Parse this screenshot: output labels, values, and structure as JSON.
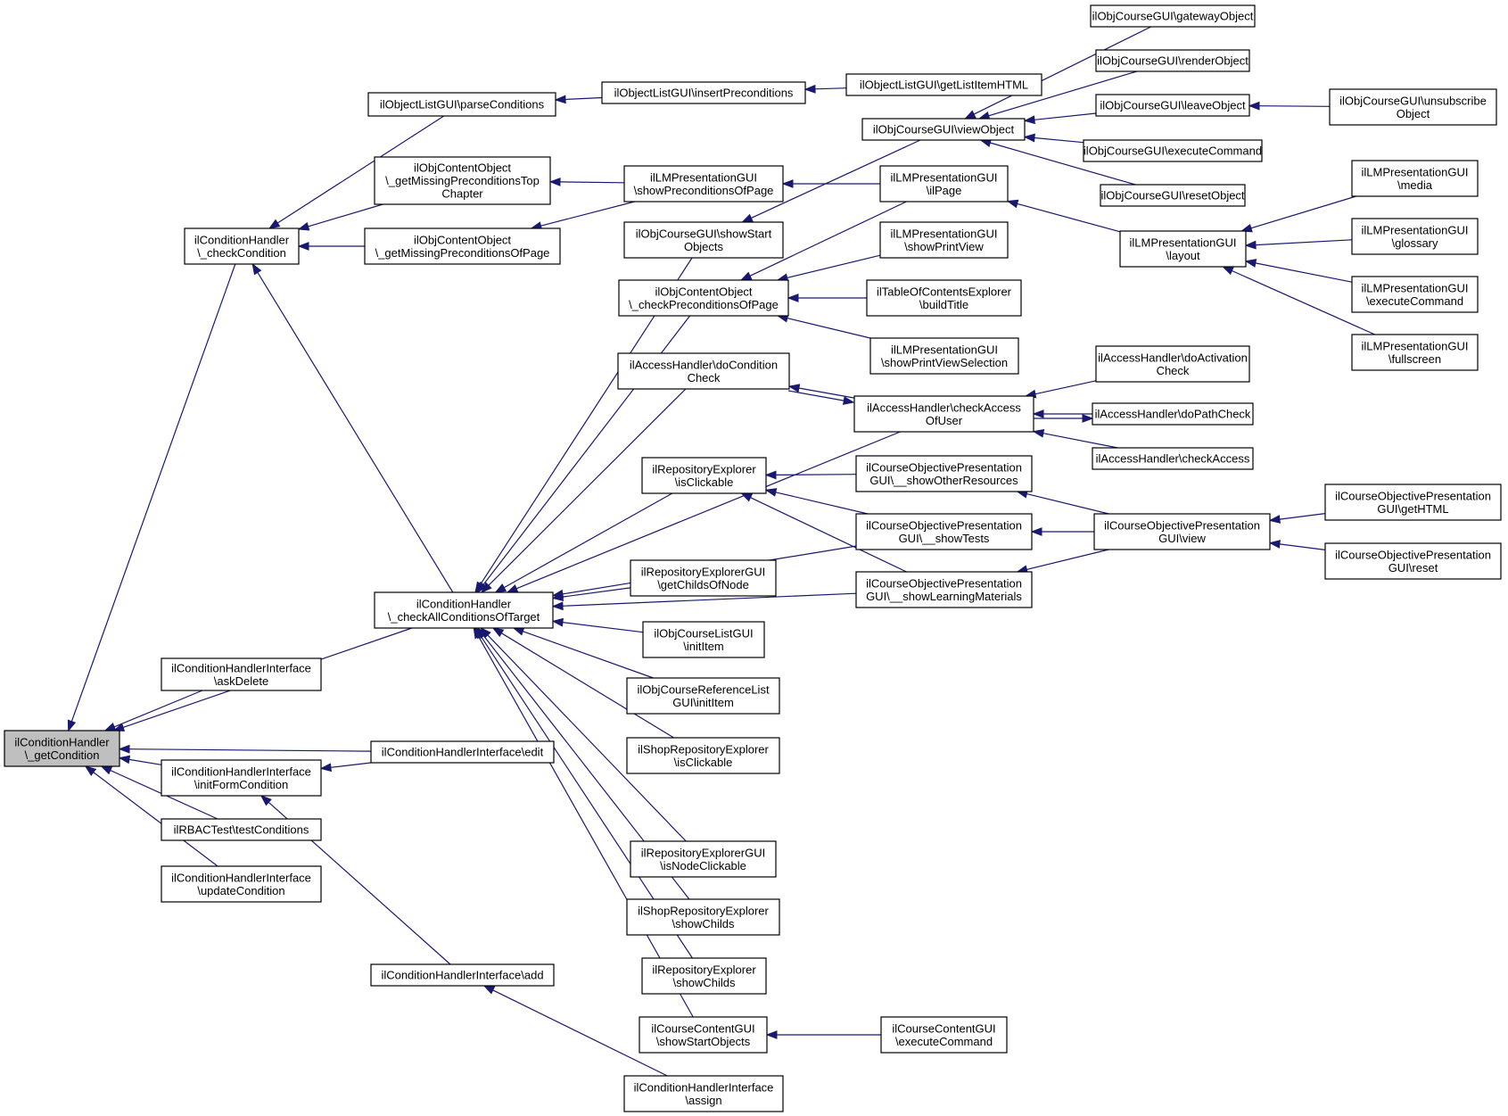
{
  "nodes": {
    "getCondition": [
      "ilConditionHandler",
      "\\_getCondition"
    ],
    "checkCondition": [
      "ilConditionHandler",
      "\\_checkCondition"
    ],
    "chkAllCond": [
      "ilConditionHandler",
      "\\_checkAllConditionsOfTarget"
    ],
    "askDelete": [
      "ilConditionHandlerInterface",
      "\\askDelete"
    ],
    "edit": [
      "ilConditionHandlerInterface\\edit"
    ],
    "initFormCondition": [
      "ilConditionHandlerInterface",
      "\\initFormCondition"
    ],
    "rbacTest": [
      "ilRBACTest\\testConditions"
    ],
    "updateCondition": [
      "ilConditionHandlerInterface",
      "\\updateCondition"
    ],
    "add": [
      "ilConditionHandlerInterface\\add"
    ],
    "assign": [
      "ilConditionHandlerInterface",
      "\\assign"
    ],
    "parseConditions": [
      "ilObjectListGUI\\parseConditions"
    ],
    "missTopChapter": [
      "ilObjContentObject",
      "\\_getMissingPreconditionsTop",
      "Chapter"
    ],
    "missOfPage": [
      "ilObjContentObject",
      "\\_getMissingPreconditionsOfPage"
    ],
    "insertPrecond": [
      "ilObjectListGUI\\insertPreconditions"
    ],
    "getListItemHTML": [
      "ilObjectListGUI\\getListItemHTML"
    ],
    "showPrecondOfPage": [
      "ilLMPresentationGUI",
      "\\showPreconditionsOfPage"
    ],
    "showStartObjects": [
      "ilObjCourseGUI\\showStart",
      "Objects"
    ],
    "checkPrecondOfPage": [
      "ilObjContentObject",
      "\\_checkPreconditionsOfPage"
    ],
    "doConditionCheck": [
      "ilAccessHandler\\doCondition",
      "Check"
    ],
    "repoIsClickable": [
      "ilRepositoryExplorer",
      "\\isClickable"
    ],
    "repoGuiChilds": [
      "ilRepositoryExplorerGUI",
      "\\getChildsOfNode"
    ],
    "courseListInit": [
      "ilObjCourseListGUI",
      "\\initItem"
    ],
    "courseRefInit": [
      "ilObjCourseReferenceList",
      "GUI\\initItem"
    ],
    "shopIsClickable": [
      "ilShopRepositoryExplorer",
      "\\isClickable"
    ],
    "repoGuiNodeClick": [
      "ilRepositoryExplorerGUI",
      "\\isNodeClickable"
    ],
    "shopShowChilds": [
      "ilShopRepositoryExplorer",
      "\\showChilds"
    ],
    "repoShowChilds": [
      "ilRepositoryExplorer",
      "\\showChilds"
    ],
    "ccShowStart": [
      "ilCourseContentGUI",
      "\\showStartObjects"
    ],
    "ccExecute": [
      "ilCourseContentGUI",
      "\\executeCommand"
    ],
    "viewObject": [
      "ilObjCourseGUI\\viewObject"
    ],
    "lmIlPage": [
      "ilLMPresentationGUI",
      "\\ilPage"
    ],
    "lmShowPrintView": [
      "ilLMPresentationGUI",
      "\\showPrintView"
    ],
    "tocBuildTitle": [
      "ilTableOfContentsExplorer",
      "\\buildTitle"
    ],
    "lmShowPrintSel": [
      "ilLMPresentationGUI",
      "\\showPrintViewSelection"
    ],
    "checkAccessOfUser": [
      "ilAccessHandler\\checkAccess",
      "OfUser"
    ],
    "showOtherRes": [
      "ilCourseObjectivePresentation",
      "GUI\\__showOtherResources"
    ],
    "showTests": [
      "ilCourseObjectivePresentation",
      "GUI\\__showTests"
    ],
    "showLearnMat": [
      "ilCourseObjectivePresentation",
      "GUI\\__showLearningMaterials"
    ],
    "gatewayObject": [
      "ilObjCourseGUI\\gatewayObject"
    ],
    "renderObject": [
      "ilObjCourseGUI\\renderObject"
    ],
    "leaveObject": [
      "ilObjCourseGUI\\leaveObject"
    ],
    "executeCommand": [
      "ilObjCourseGUI\\executeCommand"
    ],
    "resetObject": [
      "ilObjCourseGUI\\resetObject"
    ],
    "lmLayout": [
      "ilLMPresentationGUI",
      "\\layout"
    ],
    "doActivationCheck": [
      "ilAccessHandler\\doActivation",
      "Check"
    ],
    "doPathCheck": [
      "ilAccessHandler\\doPathCheck"
    ],
    "checkAccess": [
      "ilAccessHandler\\checkAccess"
    ],
    "copView": [
      "ilCourseObjectivePresentation",
      "GUI\\view"
    ],
    "unsubscribe": [
      "ilObjCourseGUI\\unsubscribe",
      "Object"
    ],
    "lmMedia": [
      "ilLMPresentationGUI",
      "\\media"
    ],
    "lmGlossary": [
      "ilLMPresentationGUI",
      "\\glossary"
    ],
    "lmExecute": [
      "ilLMPresentationGUI",
      "\\executeCommand"
    ],
    "lmFullscreen": [
      "ilLMPresentationGUI",
      "\\fullscreen"
    ],
    "copGetHTML": [
      "ilCourseObjectivePresentation",
      "GUI\\getHTML"
    ],
    "copReset": [
      "ilCourseObjectivePresentation",
      "GUI\\reset"
    ]
  },
  "edges": [
    [
      "checkCondition",
      "getCondition"
    ],
    [
      "chkAllCond",
      "getCondition"
    ],
    [
      "askDelete",
      "getCondition"
    ],
    [
      "edit",
      "getCondition"
    ],
    [
      "initFormCondition",
      "getCondition"
    ],
    [
      "rbacTest",
      "getCondition"
    ],
    [
      "updateCondition",
      "getCondition"
    ],
    [
      "parseConditions",
      "checkCondition"
    ],
    [
      "missTopChapter",
      "checkCondition"
    ],
    [
      "missOfPage",
      "checkCondition"
    ],
    [
      "chkAllCond",
      "checkCondition"
    ],
    [
      "insertPrecond",
      "parseConditions"
    ],
    [
      "getListItemHTML",
      "insertPrecond"
    ],
    [
      "showPrecondOfPage",
      "missTopChapter"
    ],
    [
      "showPrecondOfPage",
      "missOfPage"
    ],
    [
      "lmIlPage",
      "showPrecondOfPage"
    ],
    [
      "edit",
      "initFormCondition"
    ],
    [
      "add",
      "initFormCondition"
    ],
    [
      "assign",
      "add"
    ],
    [
      "showStartObjects",
      "chkAllCond"
    ],
    [
      "checkPrecondOfPage",
      "chkAllCond"
    ],
    [
      "doConditionCheck",
      "chkAllCond"
    ],
    [
      "checkAccessOfUser",
      "chkAllCond"
    ],
    [
      "repoIsClickable",
      "chkAllCond"
    ],
    [
      "showTests",
      "chkAllCond"
    ],
    [
      "repoGuiChilds",
      "chkAllCond"
    ],
    [
      "courseListInit",
      "chkAllCond"
    ],
    [
      "courseRefInit",
      "chkAllCond"
    ],
    [
      "shopIsClickable",
      "chkAllCond"
    ],
    [
      "showLearnMat",
      "chkAllCond"
    ],
    [
      "repoGuiNodeClick",
      "chkAllCond"
    ],
    [
      "shopShowChilds",
      "chkAllCond"
    ],
    [
      "repoShowChilds",
      "chkAllCond"
    ],
    [
      "ccShowStart",
      "chkAllCond"
    ],
    [
      "viewObject",
      "showStartObjects"
    ],
    [
      "lmIlPage",
      "checkPrecondOfPage"
    ],
    [
      "lmShowPrintView",
      "checkPrecondOfPage"
    ],
    [
      "tocBuildTitle",
      "checkPrecondOfPage"
    ],
    [
      "lmShowPrintSel",
      "checkPrecondOfPage"
    ],
    [
      "checkAccessOfUser",
      "doConditionCheck"
    ],
    [
      "doConditionCheck",
      "checkAccessOfUser"
    ],
    [
      "doActivationCheck",
      "checkAccessOfUser"
    ],
    [
      "doPathCheck",
      "checkAccessOfUser"
    ],
    [
      "checkAccessOfUser",
      "doPathCheck"
    ],
    [
      "checkAccess",
      "checkAccessOfUser"
    ],
    [
      "showOtherRes",
      "repoIsClickable"
    ],
    [
      "showTests",
      "repoIsClickable"
    ],
    [
      "showLearnMat",
      "repoIsClickable"
    ],
    [
      "copView",
      "showOtherRes"
    ],
    [
      "copView",
      "showTests"
    ],
    [
      "copView",
      "showLearnMat"
    ],
    [
      "copGetHTML",
      "copView"
    ],
    [
      "copReset",
      "copView"
    ],
    [
      "ccExecute",
      "ccShowStart"
    ],
    [
      "gatewayObject",
      "viewObject"
    ],
    [
      "renderObject",
      "viewObject"
    ],
    [
      "leaveObject",
      "viewObject"
    ],
    [
      "executeCommand",
      "viewObject"
    ],
    [
      "resetObject",
      "viewObject"
    ],
    [
      "unsubscribe",
      "leaveObject"
    ],
    [
      "lmLayout",
      "lmIlPage"
    ],
    [
      "lmMedia",
      "lmLayout"
    ],
    [
      "lmGlossary",
      "lmLayout"
    ],
    [
      "lmExecute",
      "lmLayout"
    ],
    [
      "lmFullscreen",
      "lmLayout"
    ]
  ]
}
